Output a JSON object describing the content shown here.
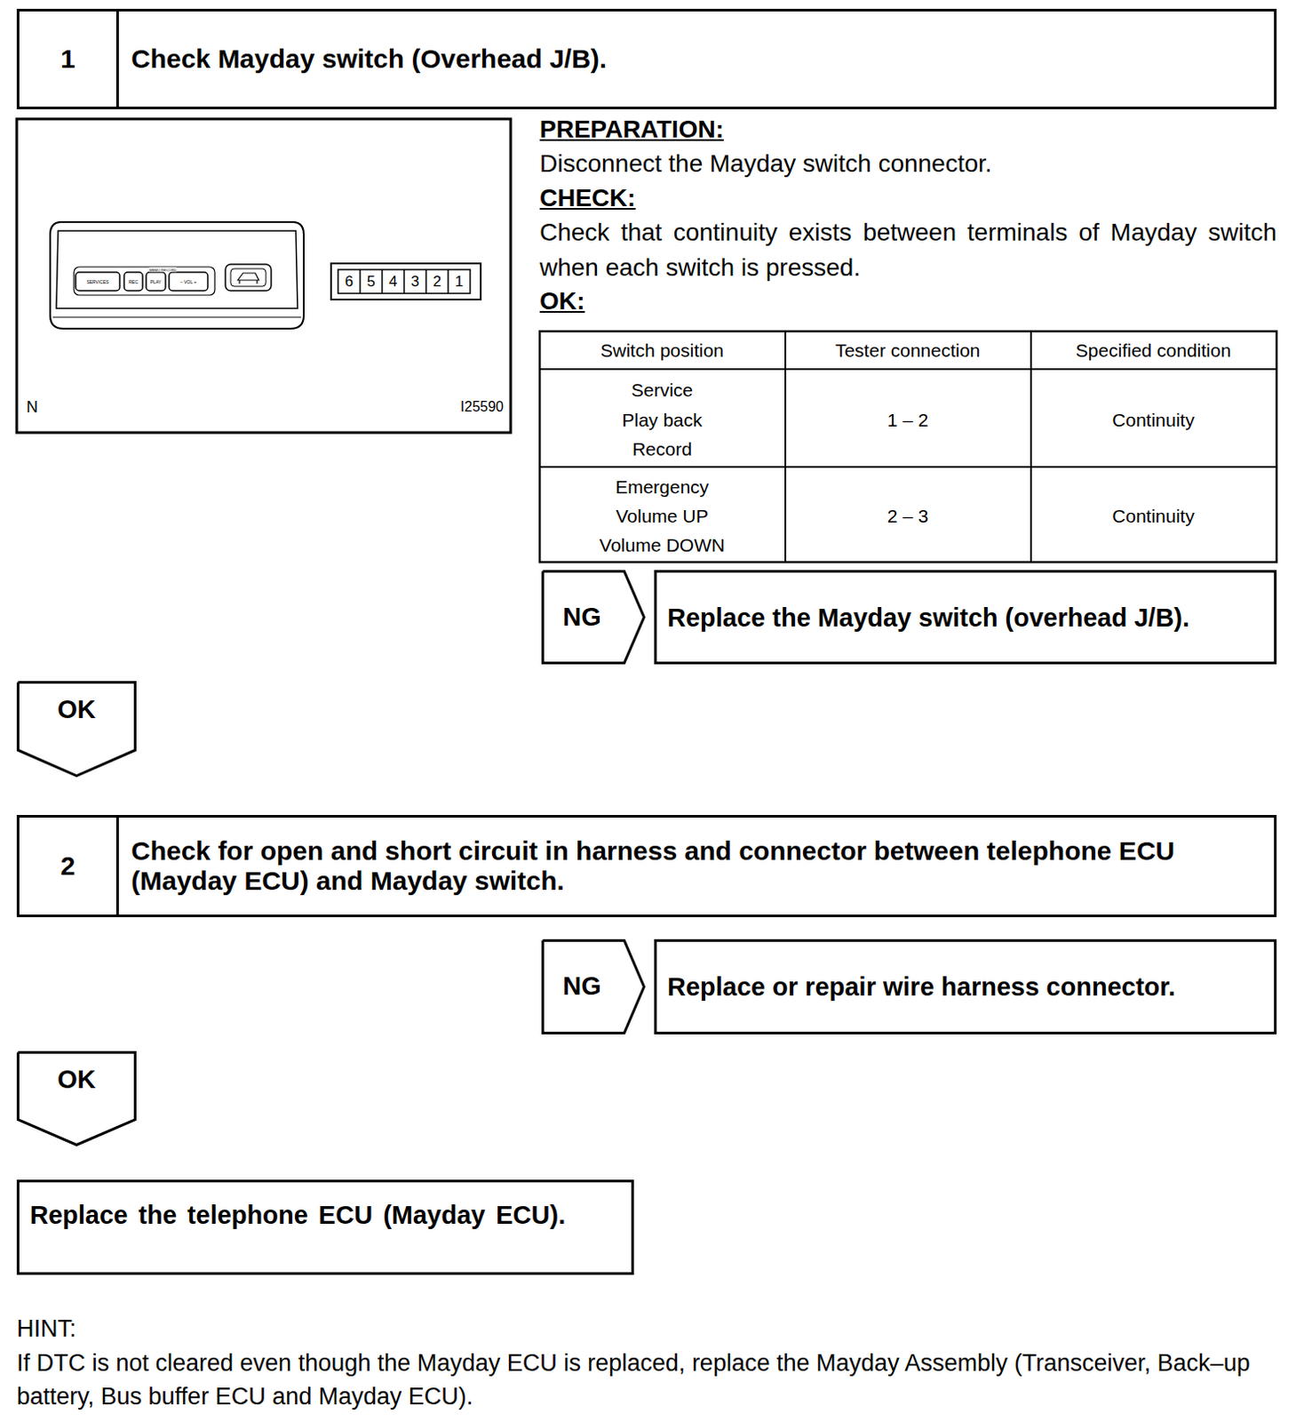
{
  "diagram": {
    "nodes": [
      {
        "text": [
          "1",
          "Check Mayday switch (Overhead J/B)."
        ]
      },
      {
        "text": [
          "NG"
        ]
      },
      {
        "text": [
          "Replace the Mayday switch (overhead J/B)."
        ]
      },
      {
        "text": [
          "OK"
        ]
      },
      {
        "text": [
          "2",
          "Check for open and short circuit in harness and connector between telephone ECU (Mayday ECU) and Mayday switch."
        ]
      },
      {
        "text": [
          "NG"
        ]
      },
      {
        "text": [
          "Replace or repair wire harness connector."
        ]
      },
      {
        "text": [
          "OK"
        ]
      },
      {
        "text": [
          "Replace the telephone ECU (Mayday ECU)."
        ]
      }
    ],
    "labels": [
      "PREPARATION:",
      "Disconnect the Mayday switch connector.",
      "CHECK:",
      "Check that continuity exists between terminals of Mayday switch when each switch is pressed.",
      "OK:",
      "Switch position",
      "Tester connection",
      "Specified condition",
      "Service",
      "Play back",
      "Record",
      "1 – 2",
      "Continuity",
      "Emergency",
      "Volume UP",
      "Volume DOWN",
      "2 – 3",
      "Continuity",
      "6",
      "5",
      "4",
      "3",
      "2",
      "1",
      "SERVICES",
      "REC",
      "PLAY",
      "– VOL +",
      "MEMO RECORD",
      "N",
      "I25590",
      "HINT:",
      "If DTC is not cleared even though the Mayday ECU is replaced, replace the Mayday Assembly (Transceiver, Back–up battery, Bus buffer ECU and Mayday ECU)."
    ]
  }
}
